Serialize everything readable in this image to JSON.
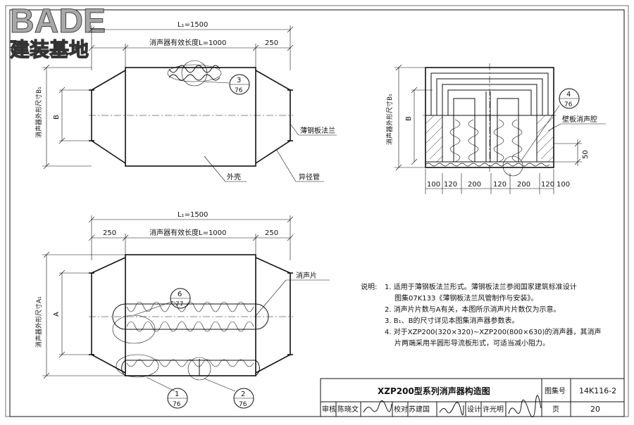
{
  "logo": {
    "brand": "BADE",
    "subtitle": "建装基地"
  },
  "top_view": {
    "total_length": "L₁=1500",
    "effective_length": "消声器有效长度L=1000",
    "end_length": "250",
    "dim_b": "B",
    "outer_label": "消声器外形尺寸B₁",
    "ref_num": "3",
    "ref_sheet": "76",
    "label_flange": "薄钢板法兰",
    "label_shell": "外壳",
    "label_reducer": "异径管"
  },
  "section_view": {
    "outer_label": "消声器外形尺寸B₁",
    "dim_b": "B",
    "ref_num": "4",
    "ref_sheet": "76",
    "label_cavity": "壁板消声腔",
    "dim_50": "50",
    "bottom_dims": [
      "100",
      "120",
      "200",
      "120",
      "200",
      "120",
      "100"
    ]
  },
  "side_view": {
    "total_length": "L₁=1500",
    "effective_length": "消声器有效长度L=1000",
    "end_left": "250",
    "end_right": "250",
    "dim_a": "A",
    "outer_label": "消声器外形尺寸A₁",
    "label_plate": "消声片",
    "refs": [
      {
        "num": "6",
        "sheet": "77"
      },
      {
        "num": "1",
        "sheet": "76"
      },
      {
        "num": "2",
        "sheet": "76"
      }
    ]
  },
  "notes": {
    "heading": "说明:",
    "items": [
      "1. 适用于薄钢板法兰形式。薄钢板法兰参阅国家建筑标准设计",
      "图集07K133《薄钢板法兰风管制作与安装》。",
      "2. 消声片片数与A有关，本图所示消声片片数仅为示意。",
      "3. B₁、B的尺寸详见本图集消声器参数表。",
      "4. 对于XZP200(320×320)~XZP200(800×630)的消声器，其消声",
      "片两端采用半圆形导流板形式，可适当减小阻力。"
    ]
  },
  "title_block": {
    "title": "XZP200型系列消声器构造图",
    "atlas_label": "图集号",
    "atlas_no": "14K116-2",
    "review_label": "审核",
    "reviewer": "陈晓文",
    "check_label": "校对",
    "checker": "苏建国",
    "design_label": "设计",
    "designer": "许光明",
    "page_label": "页",
    "page_no": "20"
  }
}
